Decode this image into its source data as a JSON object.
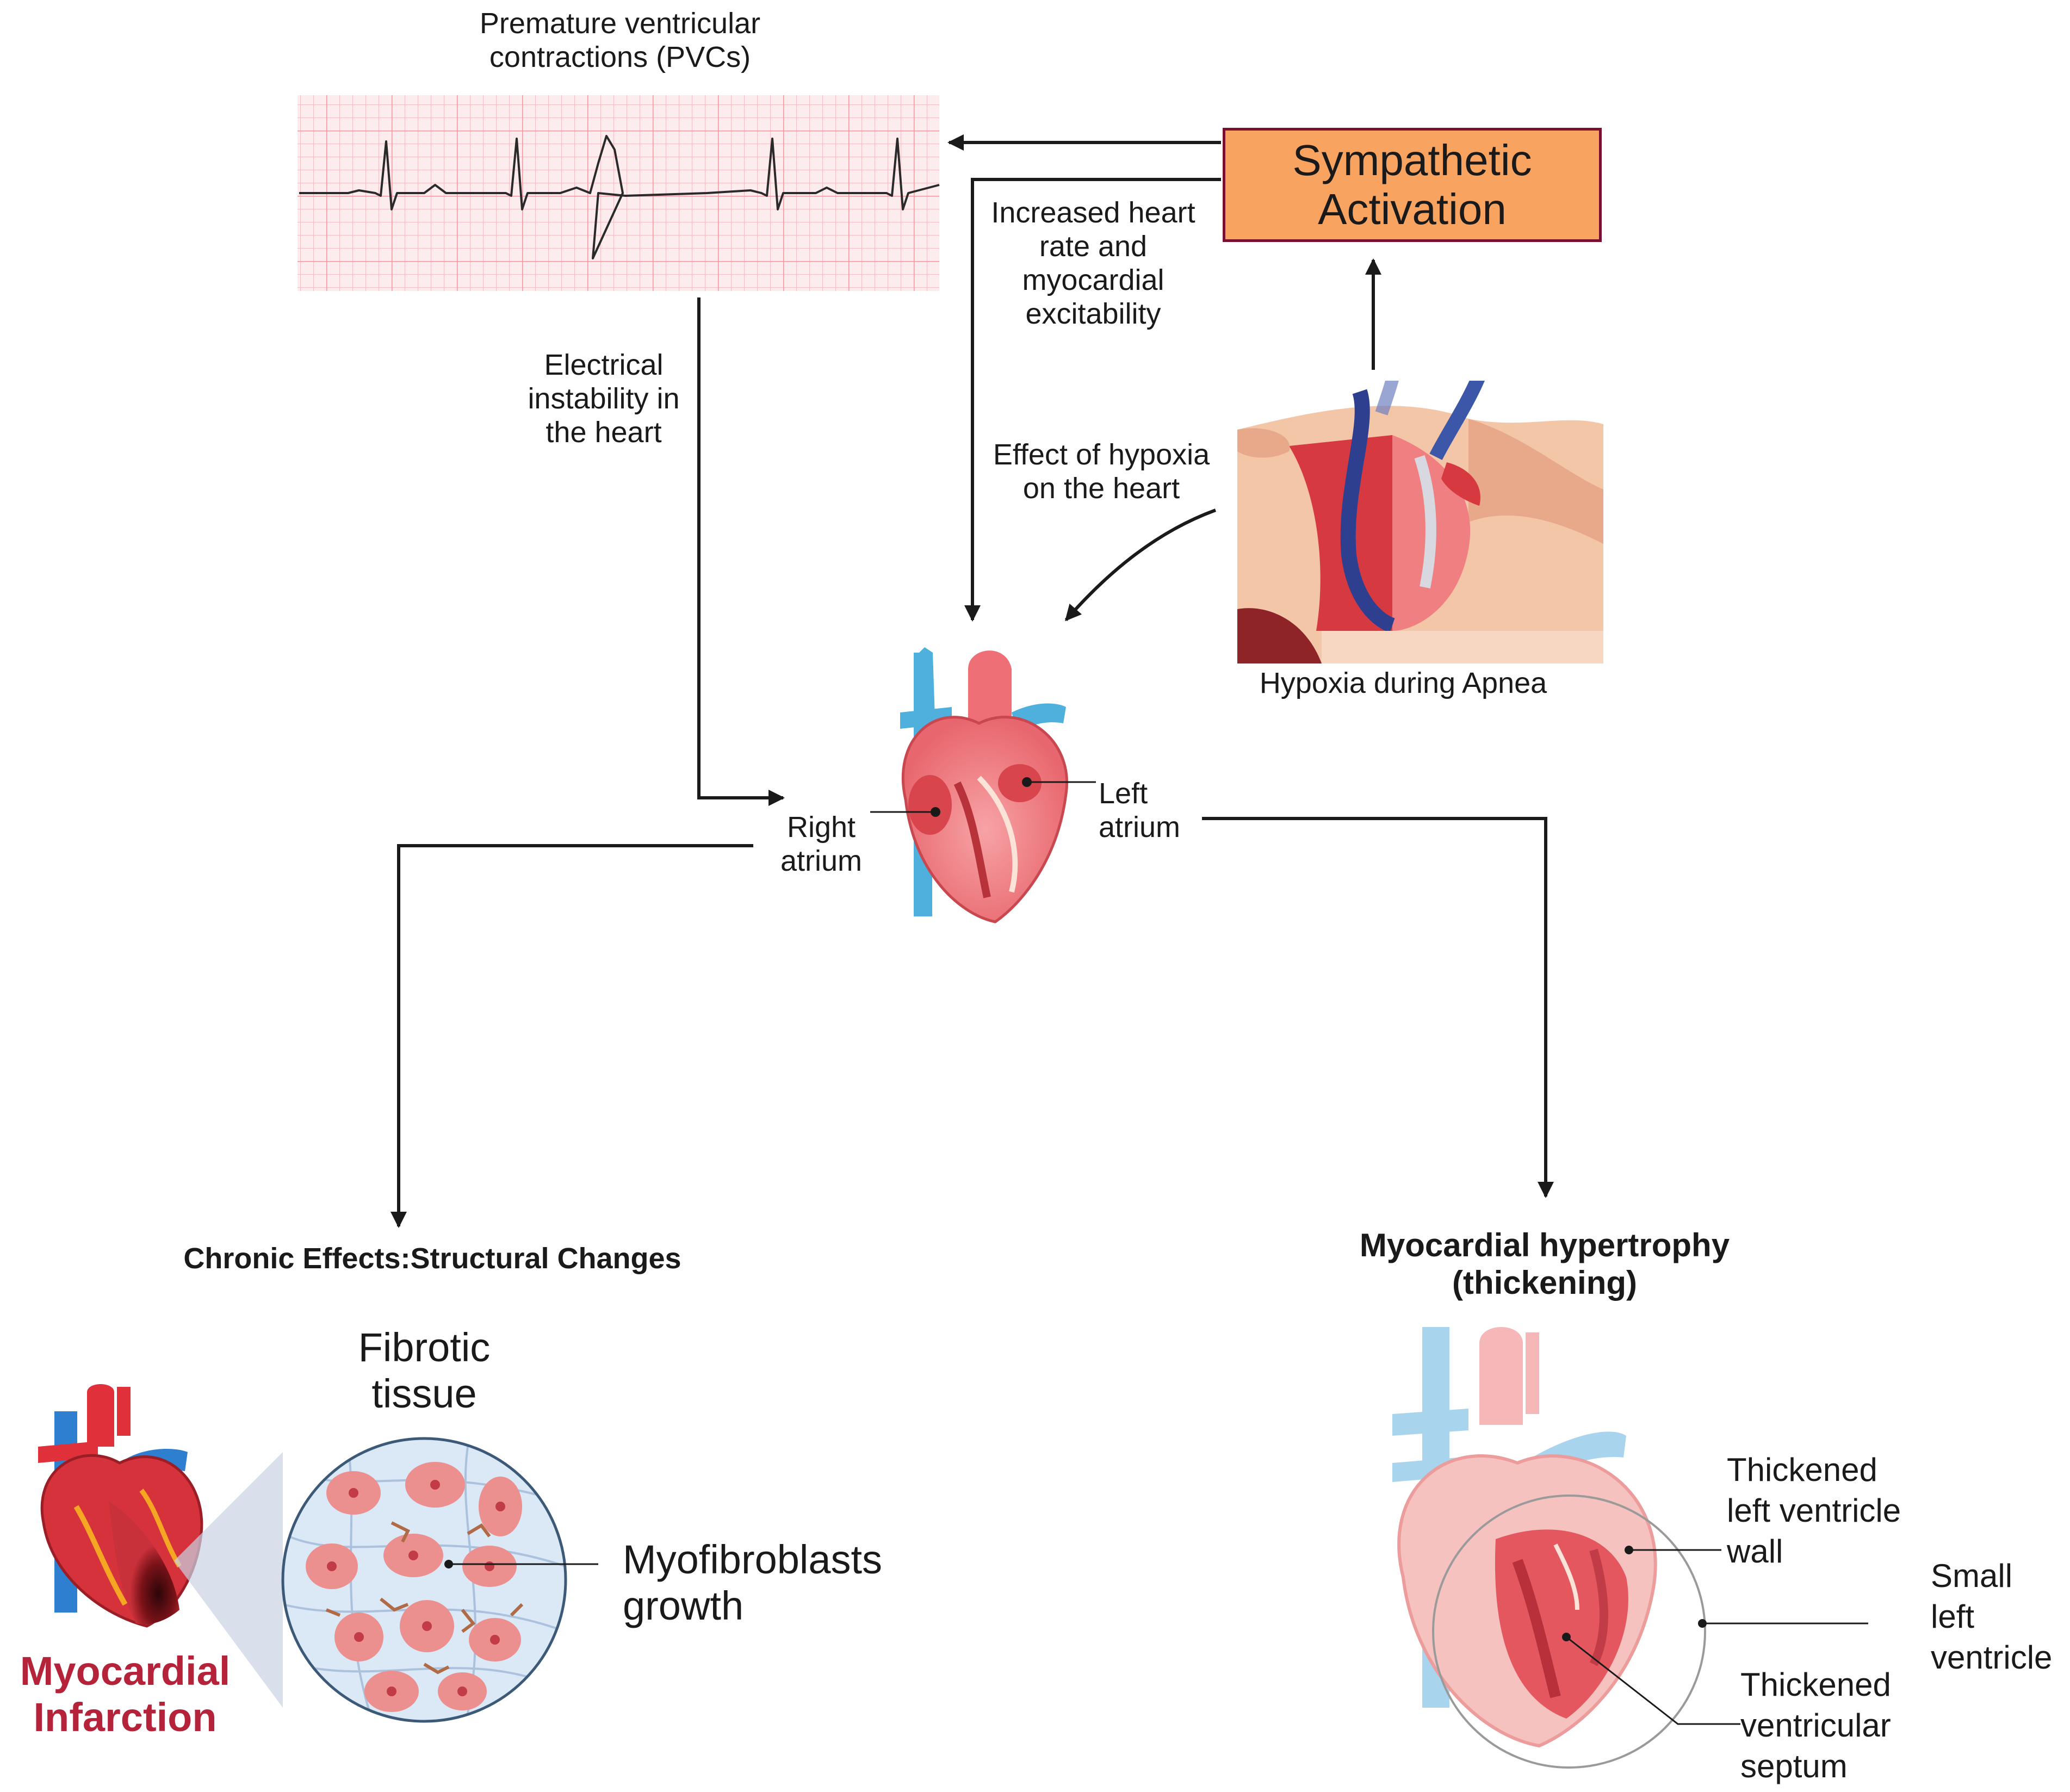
{
  "colors": {
    "sympathetic_fill": "#f8a35f",
    "sympathetic_border": "#7a1030",
    "infarction_text": "#b5233b",
    "ecg_grid": "#f3b7be",
    "ecg_paper": "#fdecee",
    "arrow": "#1a1a1a"
  },
  "labels": {
    "pvc": [
      "Premature ventricular",
      "contractions (PVCs)"
    ],
    "sympathetic": [
      "Sympathetic",
      "Activation"
    ],
    "increased_hr": [
      "Increased heart",
      "rate and",
      "myocardial",
      "excitability"
    ],
    "electrical": [
      "Electrical",
      "instability in",
      "the heart"
    ],
    "hypoxia_effect": [
      "Effect of hypoxia",
      "on the heart"
    ],
    "hypoxia_apnea": "Hypoxia during Apnea",
    "right_atrium": [
      "Right",
      "atrium"
    ],
    "left_atrium": [
      "Left",
      "atrium"
    ],
    "chronic": "Chronic Effects:Structural Changes",
    "hypertrophy": [
      "Myocardial hypertrophy",
      "(thickening)"
    ],
    "fibrotic": [
      "Fibrotic",
      "tissue"
    ],
    "myofibroblasts": [
      "Myofibroblasts",
      "growth"
    ],
    "infarction": [
      "Myocardial",
      "Infarction"
    ],
    "thickened_wall": [
      "Thickened",
      "left ventricle",
      "wall"
    ],
    "small_lv": [
      "Small",
      "left",
      "ventricle"
    ],
    "thickened_septum": [
      "Thickened",
      "ventricular",
      "septum"
    ]
  }
}
